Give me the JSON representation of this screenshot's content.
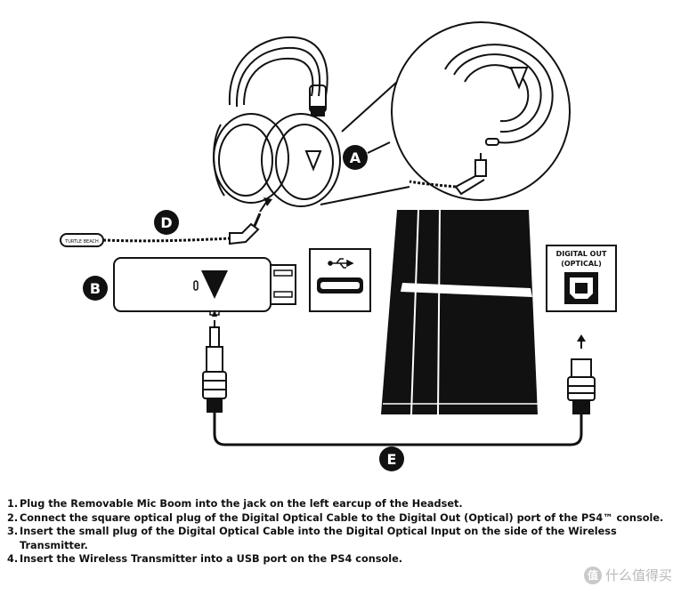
{
  "callouts": {
    "a": "A",
    "b": "B",
    "d": "D",
    "e": "E"
  },
  "port": {
    "line1": "DIGITAL OUT",
    "line2": "(OPTICAL)"
  },
  "brand": {
    "text": "TURTLE BEACH"
  },
  "instructions": [
    {
      "num": "1.",
      "text": "Plug the Removable Mic Boom into the jack on the left earcup of the Headset."
    },
    {
      "num": "2.",
      "text": "Connect the square optical plug of the Digital Optical Cable to the Digital Out (Optical) port of the PS4™ console."
    },
    {
      "num": "3.",
      "text": "Insert the small plug of the Digital Optical Cable into the Digital Optical Input on the side of the Wireless Transmitter."
    },
    {
      "num": "4.",
      "text": "Insert the Wireless Transmitter into a USB port on the PS4 console."
    }
  ],
  "watermark": {
    "logo": "值",
    "text": "什么值得买"
  },
  "icons": {
    "usb": "usb-icon",
    "watermark": "smzdm-logo-icon"
  }
}
